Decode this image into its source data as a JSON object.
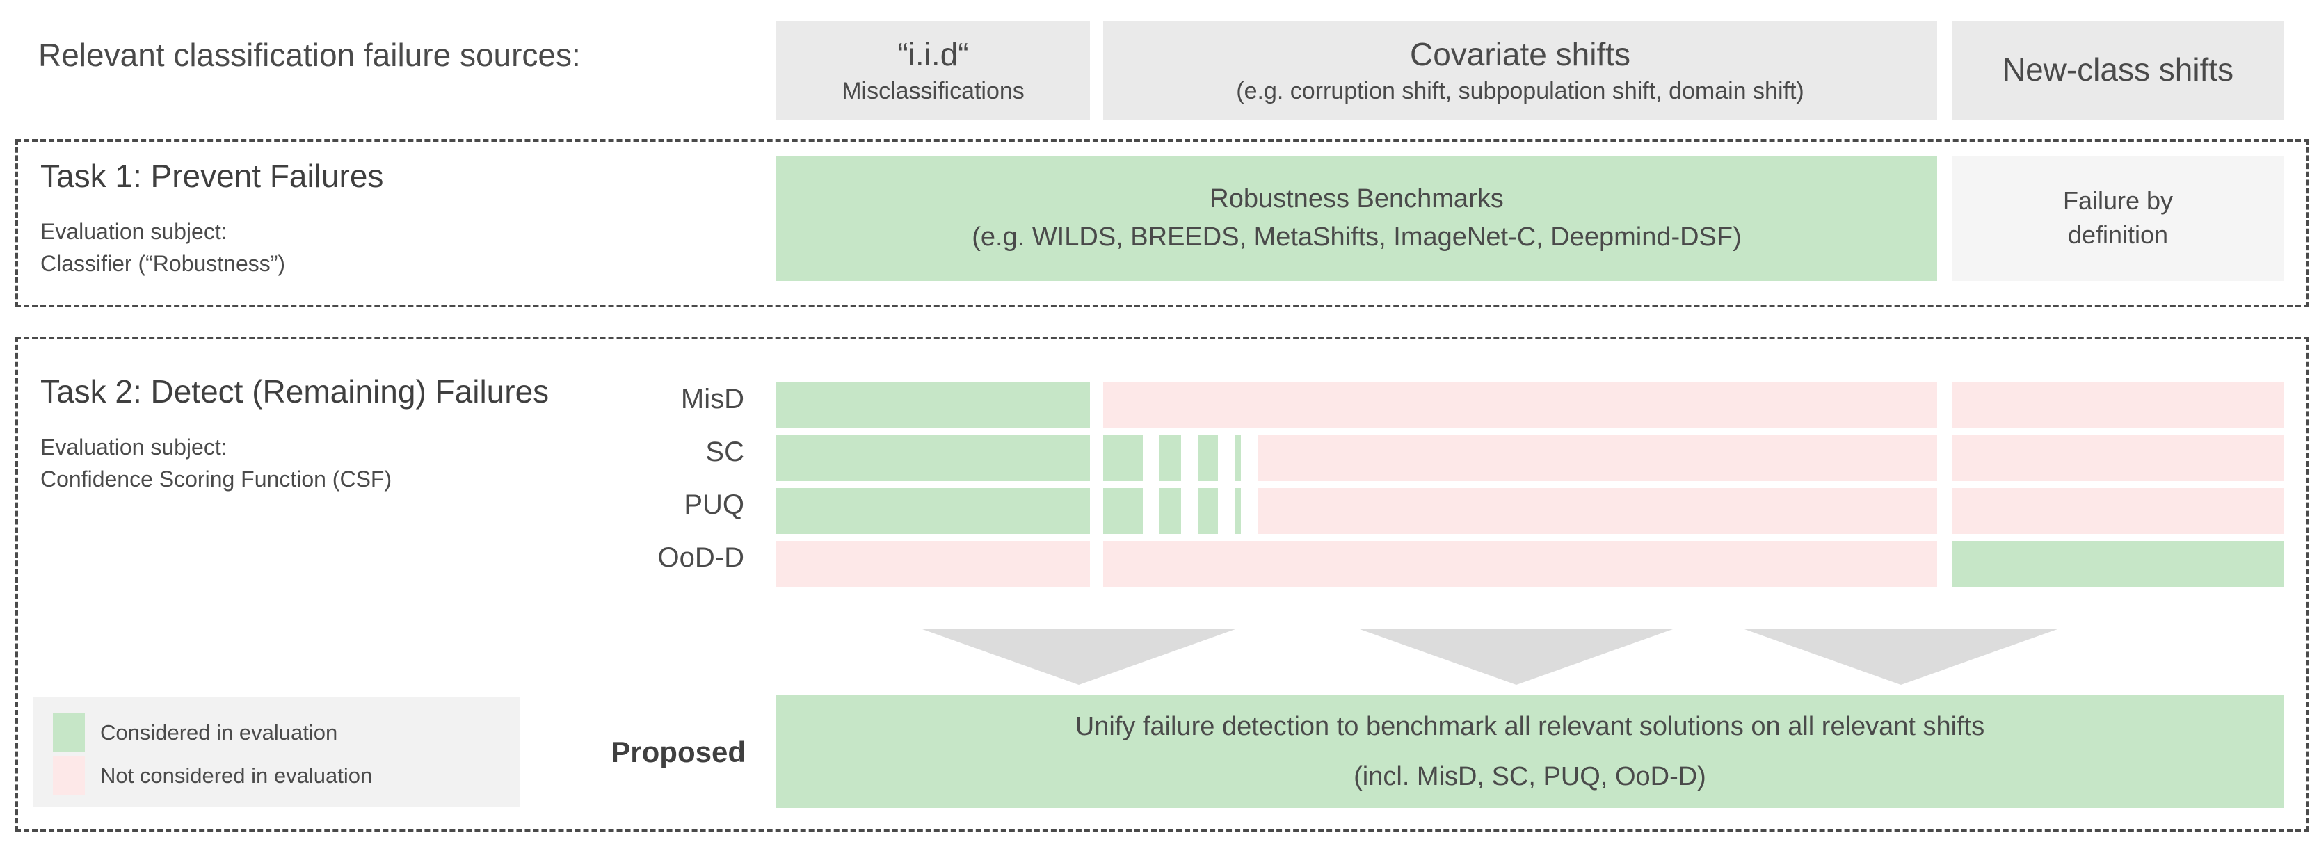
{
  "diagram": {
    "header": {
      "row_label": "Relevant classification failure sources:",
      "columns": [
        {
          "title": "“i.i.d“",
          "subtitle": "Misclassifications"
        },
        {
          "title": "Covariate shifts",
          "subtitle": "(e.g. corruption shift, subpopulation shift, domain shift)"
        },
        {
          "title": "New-class shifts",
          "subtitle": ""
        }
      ]
    },
    "task1": {
      "title": "Task 1: Prevent Failures",
      "subject_label": "Evaluation subject:",
      "subject_value": "Classifier (“Robustness”)",
      "benchmark_title": "Robustness Benchmarks",
      "benchmark_examples": "(e.g. WILDS, BREEDS, MetaShifts, ImageNet-C,  Deepmind-DSF)",
      "newclass_line1": "Failure by",
      "newclass_line2": "definition"
    },
    "task2": {
      "title": "Task 2: Detect (Remaining) Failures",
      "subject_label": "Evaluation subject:",
      "subject_value": "Confidence Scoring Function (CSF)",
      "rows": [
        {
          "label": "MisD"
        },
        {
          "label": "SC"
        },
        {
          "label": "PUQ"
        },
        {
          "label": "OoD-D"
        }
      ]
    },
    "legend": {
      "items": [
        {
          "label": "Considered in evaluation",
          "color": "#c6e6c7"
        },
        {
          "label": "Not considered in evaluation",
          "color": "#fde8e8"
        }
      ]
    },
    "proposed": {
      "label": "Proposed",
      "line1": "Unify failure detection to benchmark all relevant solutions on all relevant shifts",
      "line2": "(incl. MisD, SC, PUQ, OoD-D)"
    },
    "colors": {
      "considered": "#c6e6c7",
      "not_considered": "#fde8e8",
      "header_box": "#eaeaea",
      "neutral_box": "#f5f5f5",
      "arrow": "#dcdcdc",
      "text": "#4a4a4a"
    }
  },
  "chart_data": {
    "type": "table",
    "title": "Relevant classification failure sources vs. failure-detection sub-fields",
    "categories": [
      "“i.i.d“ Misclassifications",
      "Covariate shifts",
      "New-class shifts"
    ],
    "series": [
      {
        "name": "MisD",
        "values": [
          "considered",
          "not considered",
          "not considered"
        ]
      },
      {
        "name": "SC",
        "values": [
          "considered",
          "partially considered",
          "not considered"
        ]
      },
      {
        "name": "PUQ",
        "values": [
          "considered",
          "partially considered",
          "not considered"
        ]
      },
      {
        "name": "OoD-D",
        "values": [
          "not considered",
          "not considered",
          "considered"
        ]
      },
      {
        "name": "Robustness Benchmarks",
        "values": [
          "considered",
          "considered",
          "failure by definition"
        ]
      },
      {
        "name": "Proposed",
        "values": [
          "considered",
          "considered",
          "considered"
        ]
      }
    ],
    "legend": [
      "Considered in evaluation",
      "Not considered in evaluation"
    ],
    "legend_position": "bottom-left",
    "grid": false
  }
}
